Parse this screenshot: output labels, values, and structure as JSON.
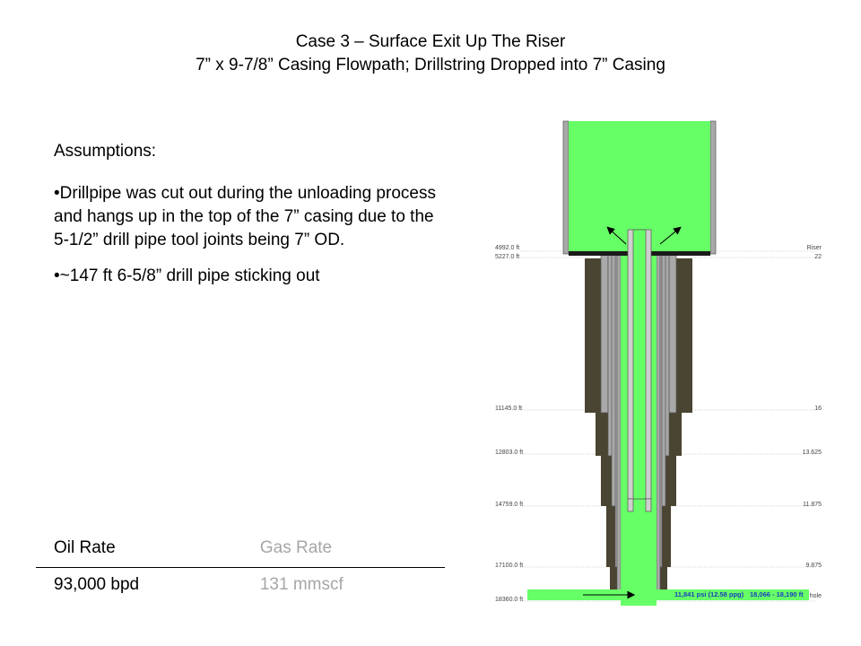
{
  "title": {
    "line1": "Case 3 – Surface Exit Up The Riser",
    "line2": "7” x 9-7/8” Casing Flowpath; Drillstring Dropped into 7” Casing"
  },
  "assumptions": {
    "heading": "Assumptions:",
    "bullets": [
      "Drillpipe was cut out during the unloading process and hangs up in the top of the 7” casing due to the 5-1/2” drill pipe tool joints being 7” OD.",
      "~147 ft 6-5/8” drill pipe sticking out"
    ]
  },
  "rates_table": {
    "headers": [
      "Oil Rate",
      "Gas Rate"
    ],
    "values": [
      "93,000 bpd",
      "131 mmscf"
    ]
  },
  "diagram": {
    "depth_labels": [
      "4992.0 ft",
      "5227.0 ft",
      "11145.0 ft",
      "12803.0 ft",
      "14759.0 ft",
      "17100.0 ft",
      "18360.0 ft"
    ],
    "size_labels": [
      "Riser",
      "22",
      "16",
      "13.625",
      "11.875",
      "9.875",
      "Open hole"
    ],
    "bottom_pressure": "11,841 psi (12.58 ppg)",
    "bottom_interval": "18,066 - 18,190 ft",
    "colors": {
      "flow": "#66ff66",
      "casing": "#a9a9a9",
      "cement": "#4a4432",
      "tubing": "#cfcfcf"
    }
  }
}
